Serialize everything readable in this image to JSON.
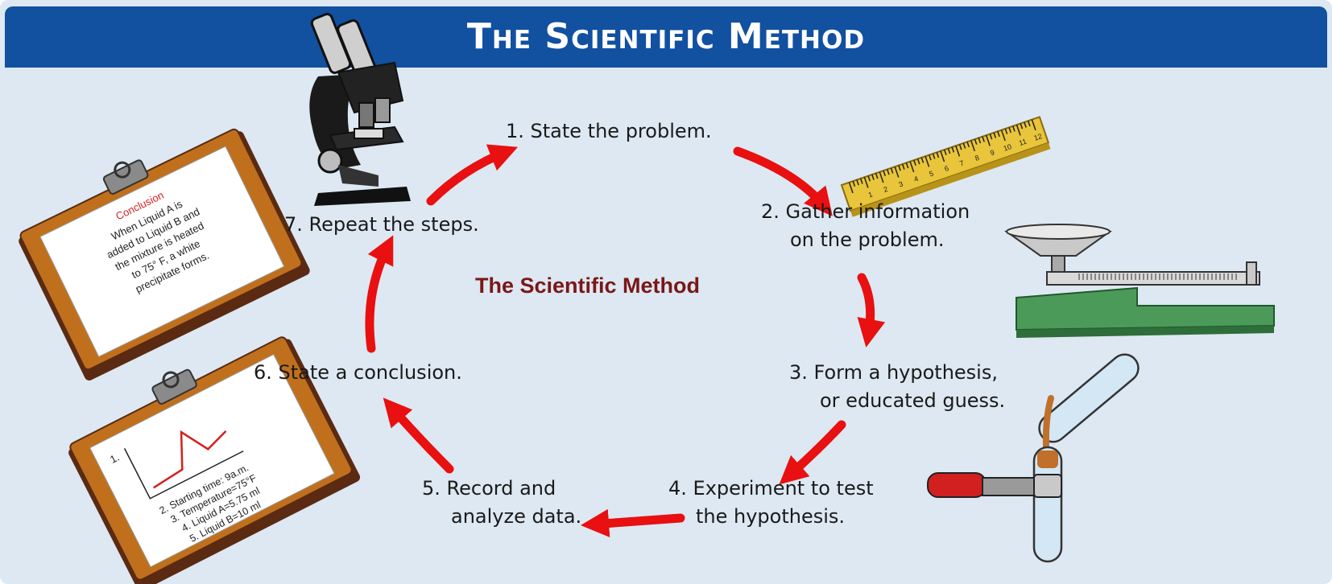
{
  "banner": {
    "title": "The Scientific Method"
  },
  "center_title": "The Scientific Method",
  "steps": [
    {
      "line1": "1. State the problem.",
      "line2": ""
    },
    {
      "line1": "2. Gather information",
      "line2": "on the problem."
    },
    {
      "line1": "3. Form a hypothesis,",
      "line2": "or educated guess."
    },
    {
      "line1": "4. Experiment to test",
      "line2": "the hypothesis."
    },
    {
      "line1": "5. Record and",
      "line2": "analyze data."
    },
    {
      "line1": "6. State a conclusion.",
      "line2": ""
    },
    {
      "line1": "7. Repeat the steps.",
      "line2": ""
    }
  ],
  "clipboard_conclusion": {
    "heading": "Conclusion",
    "lines": [
      "When Liquid A is",
      "added to Liquid B and",
      "the mixture is heated",
      "to 75° F, a white",
      "precipitate forms."
    ]
  },
  "clipboard_data": {
    "first": "1.",
    "lines": [
      "2. Starting time: 9a.m.",
      "3. Temperature=75°F",
      "4. Liquid A=5.75 ml",
      "5. Liquid B=10 ml"
    ]
  },
  "ruler": {
    "numbers": [
      "1",
      "2",
      "3",
      "4",
      "5",
      "6",
      "7",
      "8",
      "9",
      "10",
      "11",
      "12"
    ]
  },
  "colors": {
    "banner": "#1250a0",
    "background": "#dde8f2",
    "arrow": "#e81010",
    "center_title": "#7a1717"
  }
}
